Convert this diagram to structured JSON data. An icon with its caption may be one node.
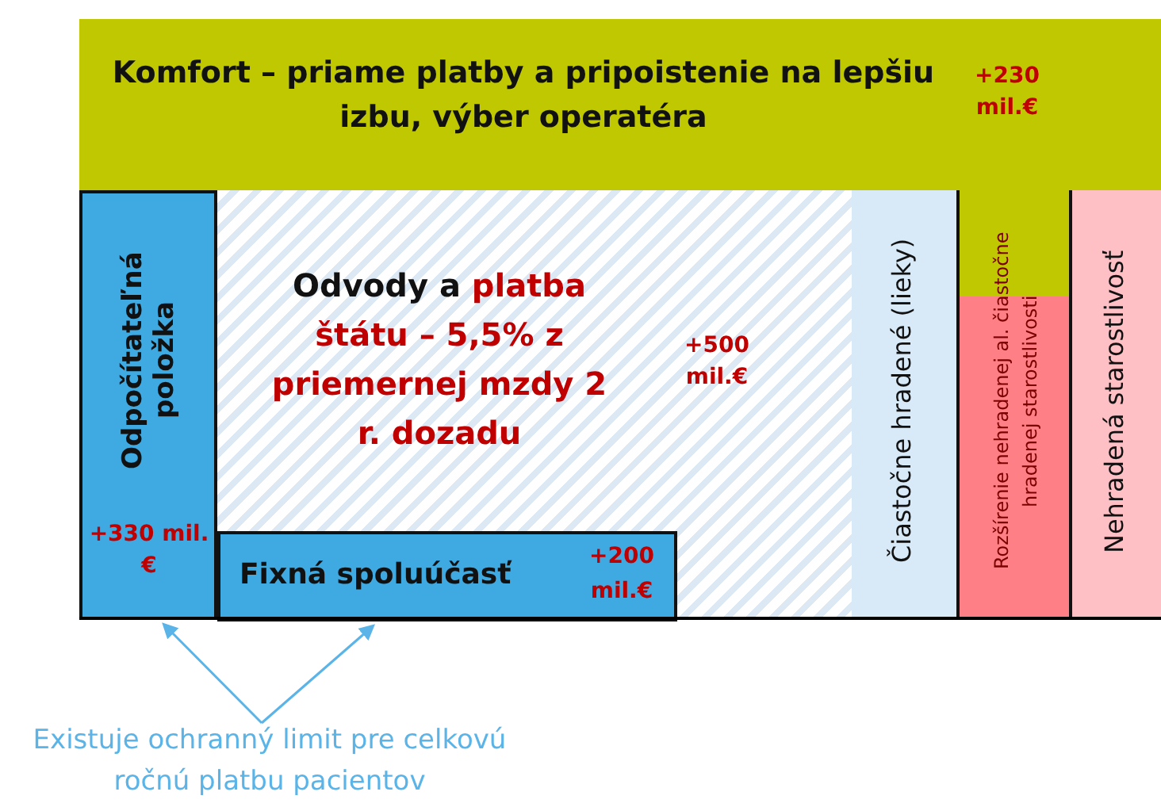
{
  "diagram": {
    "nodes": [
      {
        "text": [
          "Komfort – priame platby a pripoistenie na lepšiu izbu, výber operatéra",
          "+230 mil.€"
        ]
      },
      {
        "text": [
          "Odpočítateľná položka",
          "+330 mil.€"
        ]
      },
      {
        "text": [
          "Odvody a",
          "platba štátu – 5,5% z priemernej mzdy 2 r. dozadu",
          "+500 mil.€"
        ]
      },
      {
        "text": [
          "Fixná spoluúčasť",
          "+200 mil.€"
        ],
        "in": 2
      },
      {
        "text": [
          "Čiastočne hradené (lieky)"
        ]
      },
      {
        "text": [
          "Rozšírenie nehradenej al. čiastočne hradenej starostlivosti"
        ]
      },
      {
        "text": [
          "Nehradená starostlivosť"
        ]
      },
      {
        "text": [
          "Existuje ochranný limit pre celkovú ročnú platbu pacientov"
        ]
      }
    ],
    "edges": [
      {
        "from": 7,
        "to": 1,
        "arrow": "to"
      },
      {
        "from": 7,
        "to": 3,
        "arrow": "to"
      }
    ]
  }
}
